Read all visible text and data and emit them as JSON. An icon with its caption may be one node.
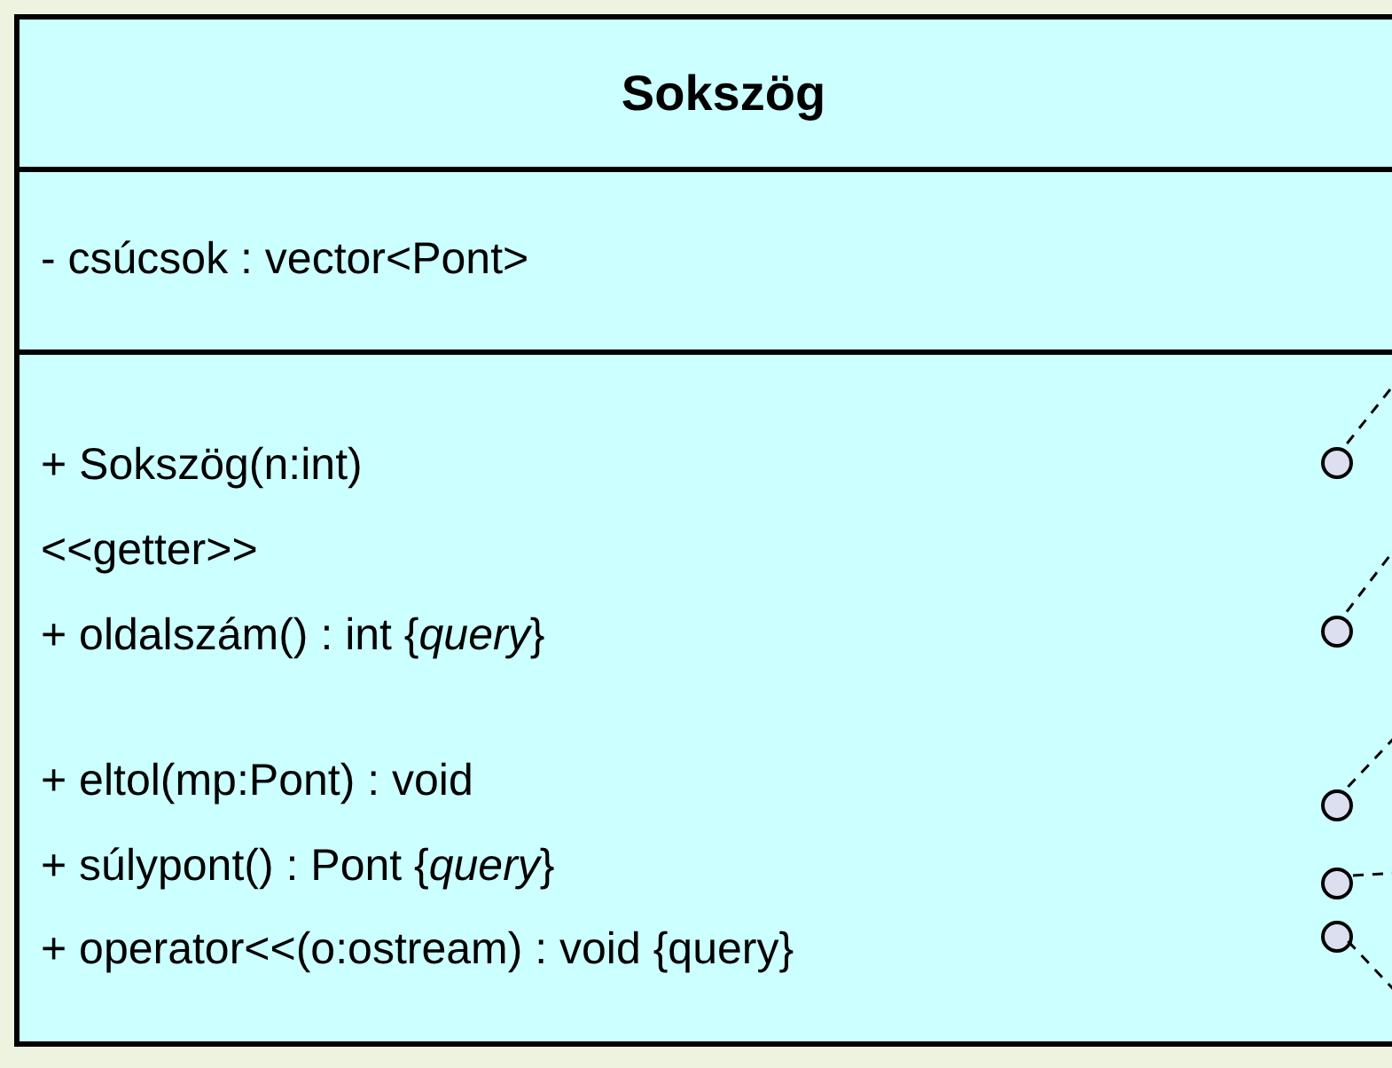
{
  "diagram": {
    "nodes": [
      {
        "text": [
          "Sokszög"
        ]
      },
      {
        "text": [
          "- csúcsok : vector<Pont>"
        ],
        "in": 0
      },
      {
        "text": [
          "+ Sokszög(n:int)",
          "<<getter>>",
          "+ oldalszám() : int {*query*}",
          "+ eltol(mp:Pont) : void",
          "+ súlypont() : Pont {*query*}",
          "+ operator<<(o:ostream) : void {query}"
        ],
        "in": 0
      },
      {
        "text": [],
        "shape": "circle",
        "in": 2
      },
      {
        "text": [],
        "shape": "circle",
        "in": 2
      },
      {
        "text": [],
        "shape": "circle",
        "in": 2
      },
      {
        "text": [],
        "shape": "circle",
        "in": 2
      },
      {
        "text": [],
        "shape": "circle",
        "in": 2
      }
    ],
    "edges": [
      {
        "from": 3,
        "to": null,
        "arrow": "none",
        "style": "dashed"
      },
      {
        "from": 4,
        "to": null,
        "arrow": "none",
        "style": "dashed"
      },
      {
        "from": 5,
        "to": null,
        "arrow": "none",
        "style": "dashed"
      },
      {
        "from": 6,
        "to": null,
        "arrow": "none",
        "style": "dashed"
      },
      {
        "from": 7,
        "to": null,
        "arrow": "none",
        "style": "dashed"
      }
    ]
  }
}
